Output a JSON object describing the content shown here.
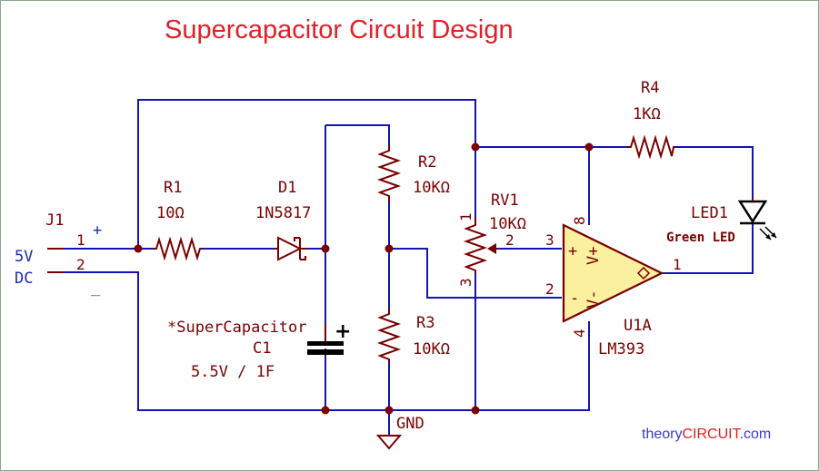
{
  "title": "Supercapacitor Circuit Design",
  "j1": {
    "ref": "J1",
    "plus": "+",
    "minus": "_",
    "pin1": "1",
    "pin2": "2",
    "supply_line1": "5V",
    "supply_line2": "DC"
  },
  "r1": {
    "ref": "R1",
    "value": "10Ω"
  },
  "d1": {
    "ref": "D1",
    "value": "1N5817"
  },
  "r2": {
    "ref": "R2",
    "value": "10KΩ"
  },
  "r3": {
    "ref": "R3",
    "value": "10KΩ"
  },
  "r4": {
    "ref": "R4",
    "value": "1KΩ"
  },
  "rv1": {
    "ref": "RV1",
    "value": "10KΩ",
    "pin1": "1",
    "pin2": "2",
    "pin3": "3"
  },
  "c1": {
    "note": "*SuperCapacitor",
    "ref": "C1",
    "value": "5.5V / 1F",
    "plus": "+"
  },
  "u1": {
    "ref": "U1A",
    "value": "LM393",
    "in_plus": "+",
    "in_minus": "-",
    "vplus": "V+",
    "vminus": "V-",
    "pin1": "1",
    "pin2": "2",
    "pin3": "3",
    "pin4": "4",
    "pin8": "8"
  },
  "led1": {
    "ref": "LED1",
    "value": "Green LED"
  },
  "gnd": {
    "label": "GND"
  },
  "brand": {
    "part1": "theory",
    "part2": "CIRCUIT",
    "part3": ".com",
    "color1": "#3a3ad0",
    "color2": "#e02020"
  }
}
